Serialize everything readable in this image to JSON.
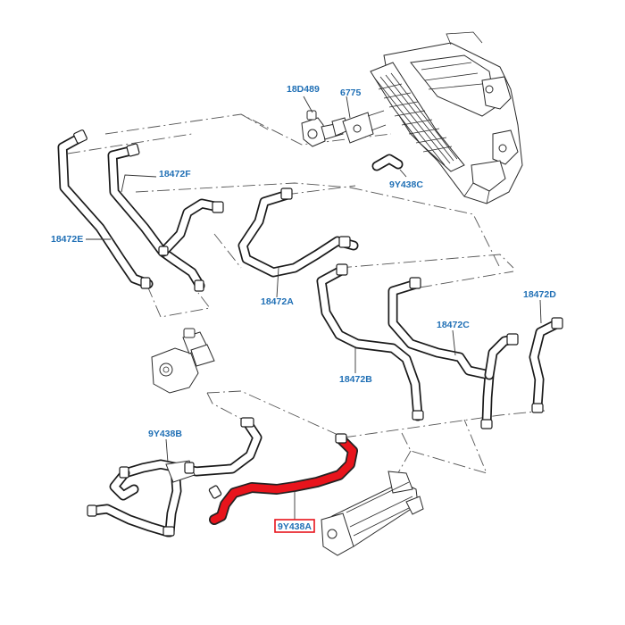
{
  "labels": {
    "l18D489": "18D489",
    "l6775": "6775",
    "l18472F": "18472F",
    "l18472E": "18472E",
    "l9Y438C": "9Y438C",
    "l18472A": "18472A",
    "l18472D": "18472D",
    "l18472C": "18472C",
    "l18472B": "18472B",
    "l9Y438B": "9Y438B",
    "l9Y438A": "9Y438A"
  },
  "colors": {
    "label_text": "#1f6fb5",
    "highlight": "#e8141c",
    "line": "#1a1a1a"
  },
  "highlighted_part": "9Y438A"
}
